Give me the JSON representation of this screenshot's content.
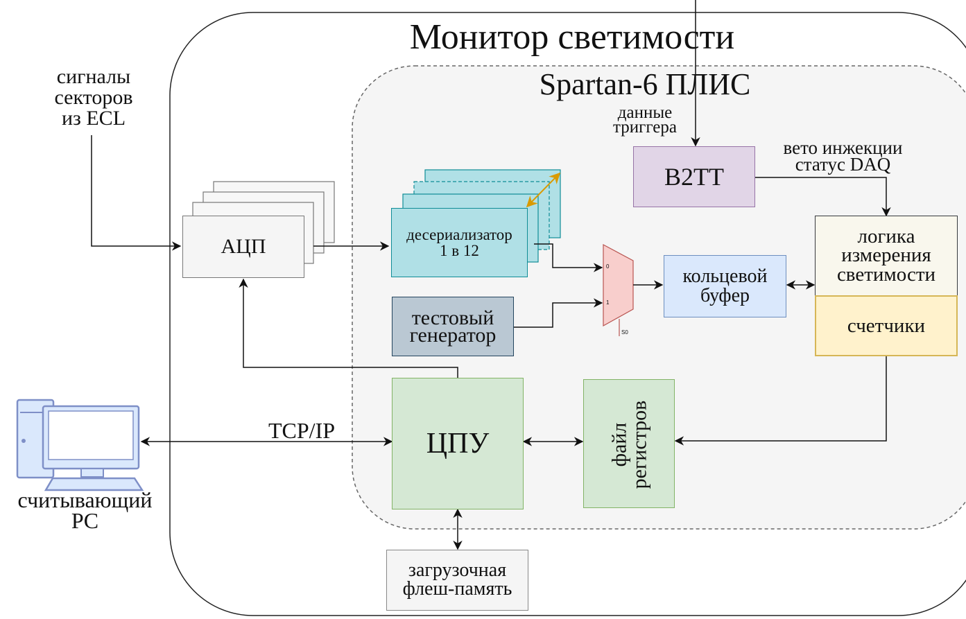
{
  "diagram": {
    "title": "Монитор светимости",
    "fpga_title": "Spartan-6 ПЛИС",
    "ecl_signals": "сигналы\nсекторов\nиз ECL",
    "adc": "АЦП",
    "deserializer": "десериализатор\n1 в 12",
    "test_generator": "тестовый\nгенератор",
    "mux_in0": "0",
    "mux_in1": "1",
    "mux_sel": "S0",
    "ring_buffer": "кольцевой\nбуфер",
    "b2tt": "B2TT",
    "trigger_data": "данные\nтриггера",
    "veto_status": "вето инжекции\nстатус DAQ",
    "lumi_logic": "логика\nизмерения\nсветимости",
    "counters": "счетчики",
    "cpu": "ЦПУ",
    "register_file": "файл\nрегистров",
    "tcpip": "TCP/IP",
    "readout_pc": "считывающий\nPC",
    "boot_flash": "загрузочная\nфлеш-память"
  }
}
